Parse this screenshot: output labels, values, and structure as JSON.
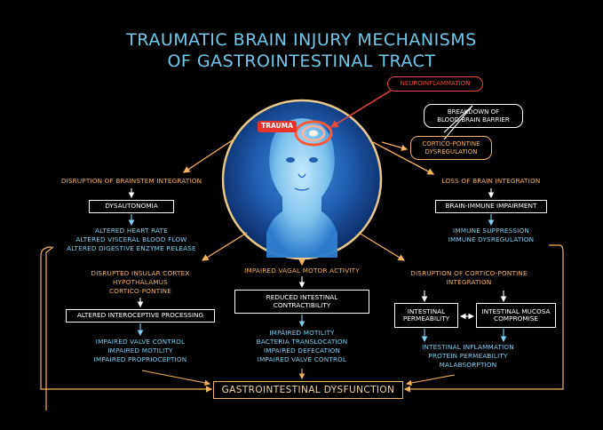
{
  "title": {
    "line1": "TRAUMATIC BRAIN INJURY MECHANISMS",
    "line2": "OF GASTROINTESTINAL TRACT"
  },
  "top_right": {
    "neuroinflammation": "NEUROINFLAMMATION",
    "bbb_line1": "BREAKDOWN OF",
    "bbb_line2": "BLOOD-BRAIN BARRIER",
    "cp_line1": "CORTICO-PONTINE",
    "cp_line2": "DYSREGULATION"
  },
  "center": {
    "trauma": "TRAUMA"
  },
  "left_branch": {
    "heading": "DISRUPTION OF BRAINSTEM INTEGRATION",
    "box": "DYSAUTONOMIA",
    "effects": [
      "ALTERED HEART RATE",
      "ALTERED VISCERAL BLOOD FLOW",
      "ALTERED DIGESTIVE ENZYME RELEASE"
    ]
  },
  "right_branch": {
    "heading": "LOSS OF BRAIN INTEGRATION",
    "box": "BRAIN-IMMUNE IMPAIRMENT",
    "effects": [
      "IMMUNE SUPPRESSION",
      "IMMUNE DYSREGULATION"
    ]
  },
  "col1": {
    "headings": [
      "DISRUPTED INSULAR CORTEX",
      "HYPOTHALAMUS",
      "CORTICO-PONTINE"
    ],
    "box": "ALTERED INTEROCEPTIVE PROCESSING",
    "effects": [
      "IMPAIRED VALVE CONTROL",
      "IMPAIRED MOTILITY",
      "IMPAIRED PROPRIOCEPTION"
    ]
  },
  "col2": {
    "heading": "IMPAIRED VAGAL MOTOR ACTIVITY",
    "box_line1": "REDUCED INTESTINAL",
    "box_line2": "CONTRACTIBILITY",
    "effects": [
      "IMPAIRED MOTILITY",
      "BACTERIA TRANSLOCATION",
      "IMPAIRED DEFECATION",
      "IMPAIRED VALVE CONTROL"
    ]
  },
  "col3": {
    "heading_line1": "DISRUPTION OF CORTICO-PONTINE",
    "heading_line2": "INTEGRATION",
    "box_a_line1": "INTESTINAL",
    "box_a_line2": "PERMEABILITY",
    "box_b_line1": "INTESTINAL MUCOSA",
    "box_b_line2": "COMPROMISE",
    "effects": [
      "INTESTINAL INFLAMMATION",
      "PROTEIN PERMEABILITY",
      "MALABSORPTION"
    ]
  },
  "outcome": "GASTROINTESTINAL DYSFUNCTION",
  "colors": {
    "background": "#000000",
    "title": "#6ec9ea",
    "orange": "#f3b25e",
    "blue": "#7fd0ef",
    "red": "#e8473a",
    "white": "#ffffff"
  }
}
